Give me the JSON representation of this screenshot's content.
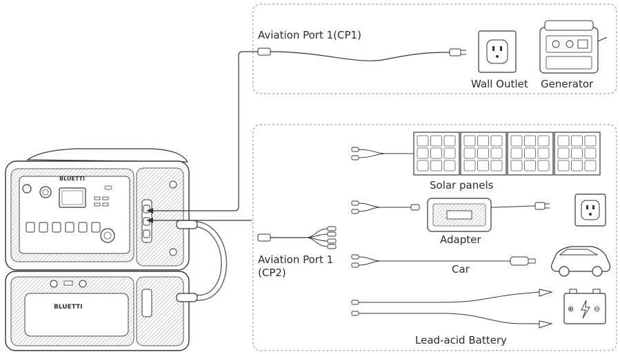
{
  "top_group": {
    "cable_label": "Aviation Port 1(CP1)",
    "sources": [
      "Wall Outlet",
      "Generator"
    ]
  },
  "bottom_group": {
    "cable_label_line1": "Aviation Port 1",
    "cable_label_line2": "(CP2)",
    "sources": [
      "Solar panels",
      "Adapter",
      "Car",
      "Lead-acid Battery"
    ]
  },
  "device": {
    "brand": "BLUETTI"
  }
}
